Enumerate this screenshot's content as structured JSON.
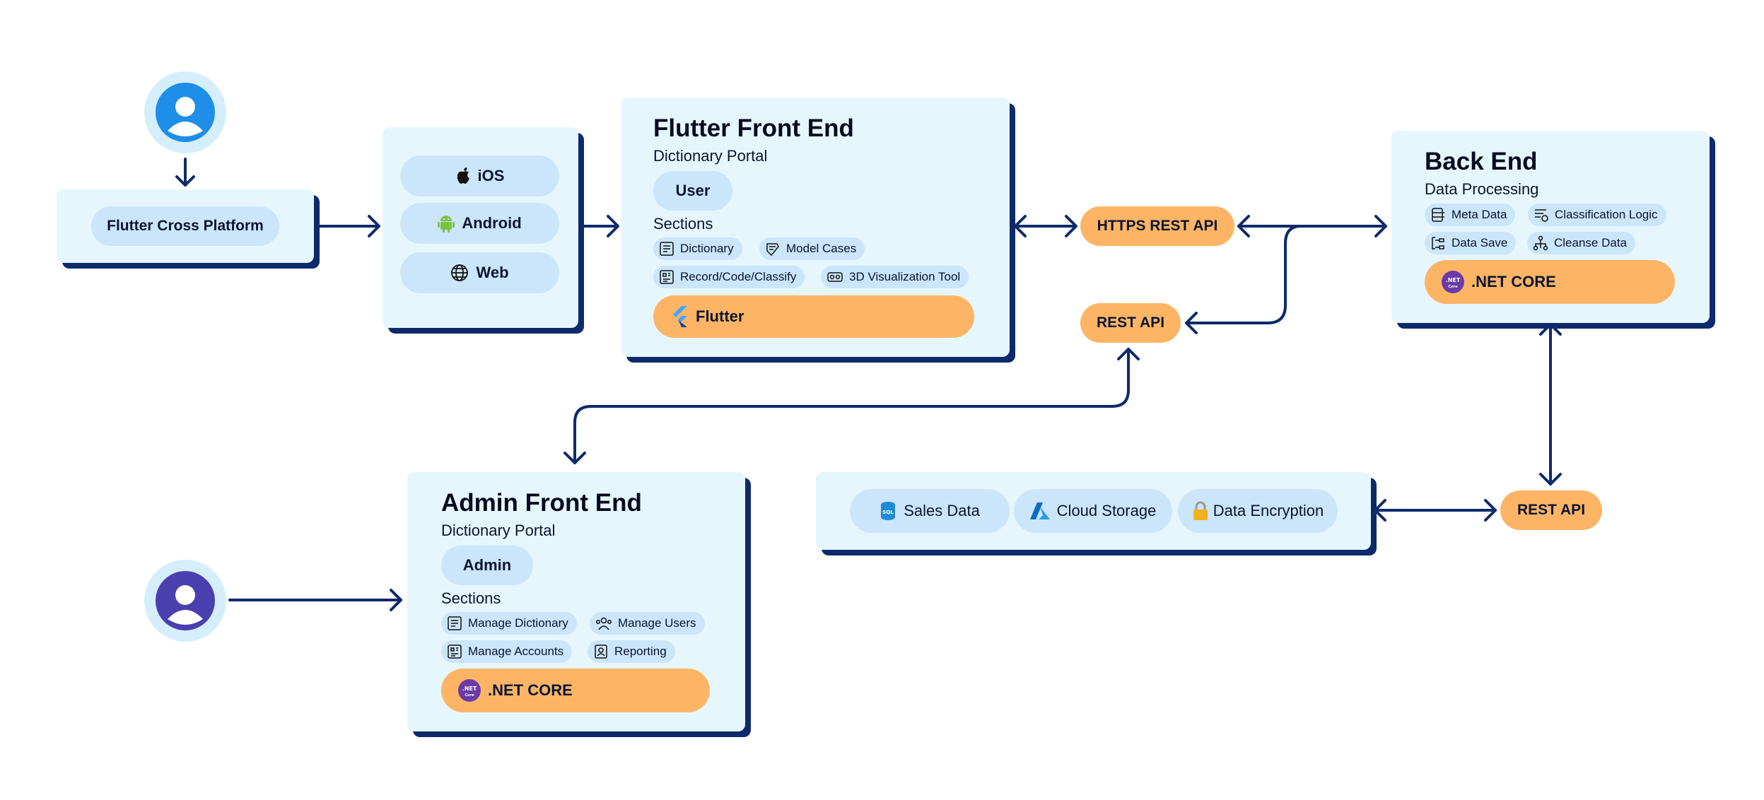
{
  "platform": {
    "label": "Flutter Cross Platform"
  },
  "devices": {
    "ios": "iOS",
    "android": "Android",
    "web": "Web"
  },
  "flutter_front_end": {
    "title": "Flutter Front End",
    "subtitle": "Dictionary Portal",
    "role": "User",
    "sections_label": "Sections",
    "sections": [
      "Dictionary",
      "Model Cases",
      "Record/Code/Classify",
      "3D Visualization Tool"
    ],
    "tech": "Flutter"
  },
  "apis": {
    "https_rest": "HTTPS REST API",
    "rest_mid": "REST API",
    "rest_right": "REST API"
  },
  "back_end": {
    "title": "Back End",
    "subtitle": "Data Processing",
    "items": [
      "Meta Data",
      "Classification Logic",
      "Data Save",
      "Cleanse Data"
    ],
    "tech": ".NET CORE"
  },
  "admin_front_end": {
    "title": "Admin Front End",
    "subtitle": "Dictionary Portal",
    "role": "Admin",
    "sections_label": "Sections",
    "sections": [
      "Manage Dictionary",
      "Manage Users",
      "Manage Accounts",
      "Reporting"
    ],
    "tech": ".NET CORE"
  },
  "storage": {
    "items": [
      "Sales Data",
      "Cloud Storage",
      "Data Encryption"
    ]
  },
  "colors": {
    "navy": "#0d2a6b",
    "card": "#e6f6fd",
    "pill": "#cbe6fa",
    "orange": "#fdb565"
  },
  "icons": {
    "user_avatar": "user-avatar-icon",
    "admin_avatar": "admin-avatar-icon",
    "net_logo": "dotnet-logo-icon",
    "flutter_logo": "flutter-logo-icon"
  }
}
